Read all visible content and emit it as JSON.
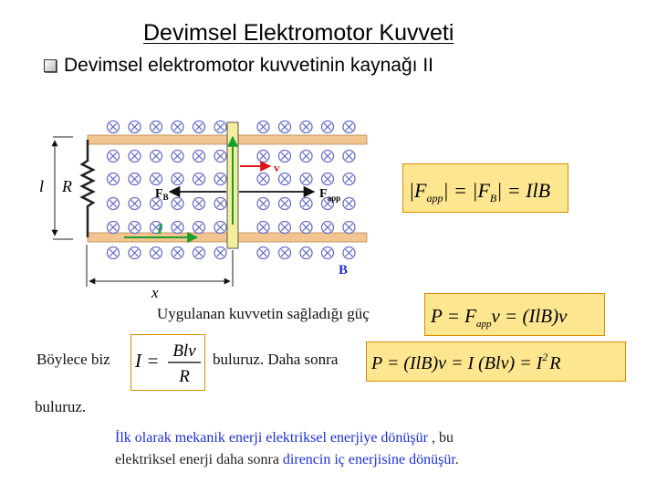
{
  "slide": {
    "title": "Devimsel Elektromotor Kuvveti",
    "bullet": "Devimsel elektromotor kuvvetinin kaynağı II"
  },
  "figure": {
    "labels": {
      "l": "l",
      "R": "R",
      "FB": "F",
      "FB_sub": "B",
      "Fapp": "F",
      "Fapp_sub": "app",
      "v": "v",
      "I": "I",
      "B": "B",
      "x": "x"
    }
  },
  "formulas": {
    "f1": {
      "parts": [
        "|F",
        "app",
        "| = |F",
        "B",
        "| = IlB"
      ]
    },
    "f2": {
      "lhs": "P = F",
      "sub": "app",
      "rhs": "v = (IlB)v"
    },
    "f3": {
      "numerator": "Blv",
      "denominator": "R",
      "lhs": "I ="
    },
    "f4": {
      "text_a": "P = (IlB)v = I (Blv) = I",
      "sup": "2",
      "text_b": "R"
    }
  },
  "text": {
    "power_label": "Uygulanan kuvvetin sağladığı güç",
    "thus_we": "Böylece biz",
    "we_find_then": "buluruz. Daha sonra",
    "we_find": "buluruz.",
    "note_blue_1": "İlk olarak mekanik enerji  elektriksel enerjiye dönüşür",
    "note_black_1": " , bu",
    "note_black_2": "elektriksel enerji daha sonra ",
    "note_blue_2": "direncin iç enerjisine dönüşür",
    "note_black_3": "."
  },
  "colors": {
    "rail": "#f2c48f",
    "rod": "#f5ed9c",
    "field_symbol": "#6a6fc9",
    "formula_bg": "#fde690",
    "formula_border": "#d98c00",
    "note_blue": "#1b2fd6",
    "arrow_green": "#18a02a",
    "arrow_red": "#e01414"
  }
}
